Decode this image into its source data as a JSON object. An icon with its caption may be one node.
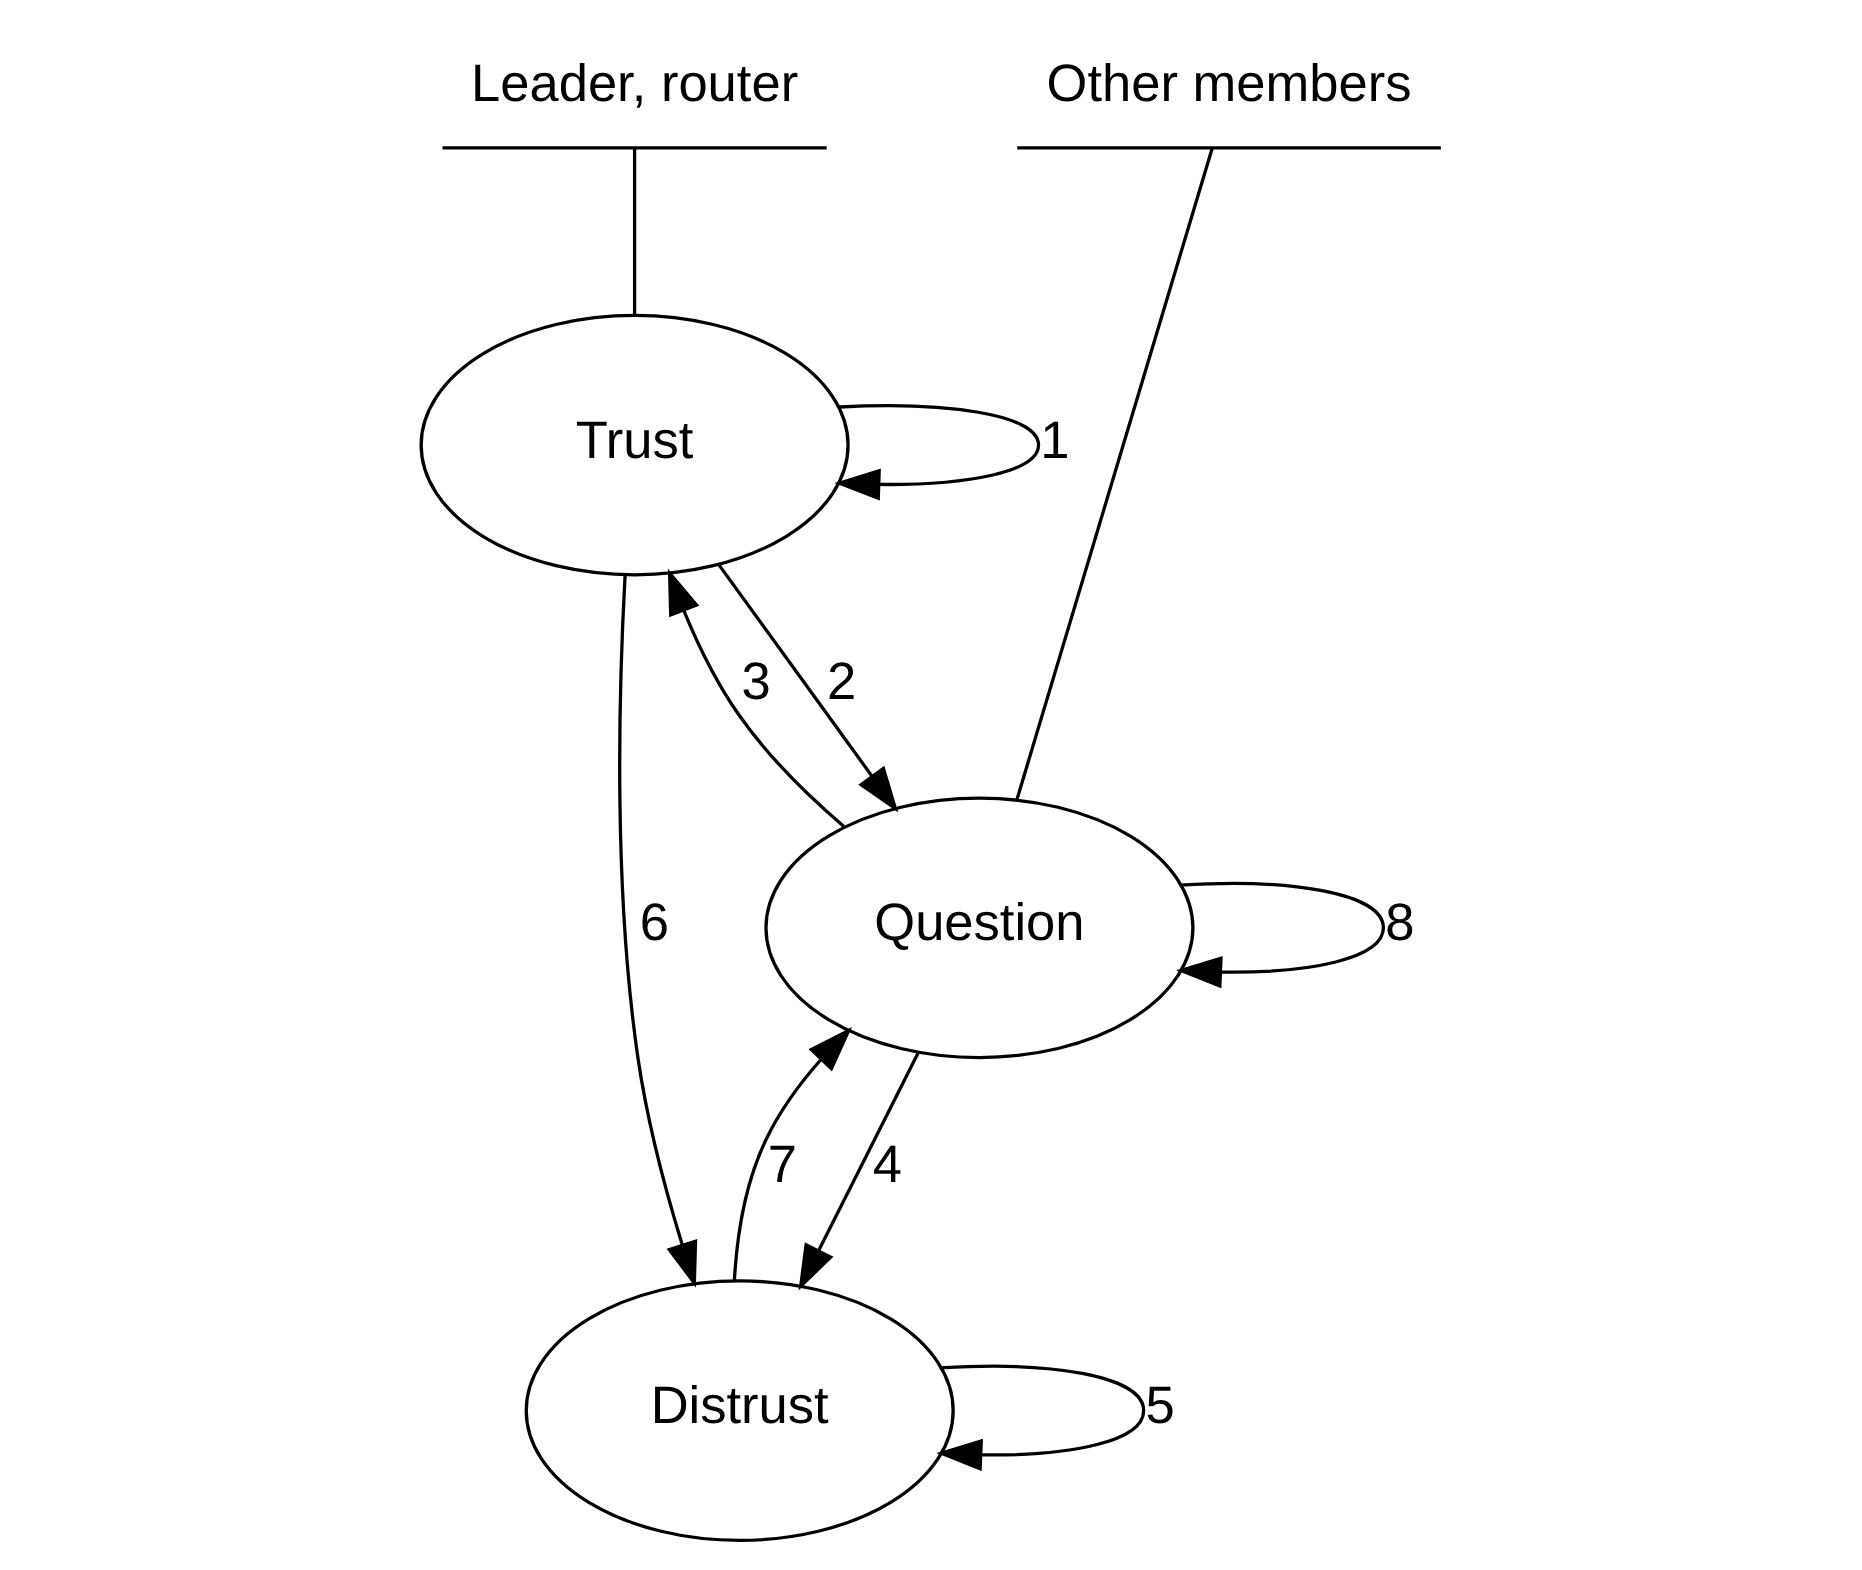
{
  "diagram": {
    "nodes": [
      {
        "text": [
          "Leader, router"
        ]
      },
      {
        "text": [
          "Other members"
        ]
      },
      {
        "text": [
          "Trust"
        ]
      },
      {
        "text": [
          "Question"
        ]
      },
      {
        "text": [
          "Distrust"
        ]
      }
    ],
    "edges": [
      {
        "from": 0,
        "to": 2,
        "arrow": "none"
      },
      {
        "from": 1,
        "to": 3,
        "arrow": "none"
      },
      {
        "from": 2,
        "to": 2,
        "arrow": "to",
        "label": "1"
      },
      {
        "from": 2,
        "to": 3,
        "arrow": "to",
        "label": "2"
      },
      {
        "from": 3,
        "to": 2,
        "arrow": "to",
        "label": "3"
      },
      {
        "from": 3,
        "to": 4,
        "arrow": "to",
        "label": "4"
      },
      {
        "from": 4,
        "to": 4,
        "arrow": "to",
        "label": "5"
      },
      {
        "from": 2,
        "to": 4,
        "arrow": "to",
        "label": "6"
      },
      {
        "from": 4,
        "to": 3,
        "arrow": "to",
        "label": "7"
      },
      {
        "from": 3,
        "to": 3,
        "arrow": "to",
        "label": "8"
      }
    ]
  }
}
